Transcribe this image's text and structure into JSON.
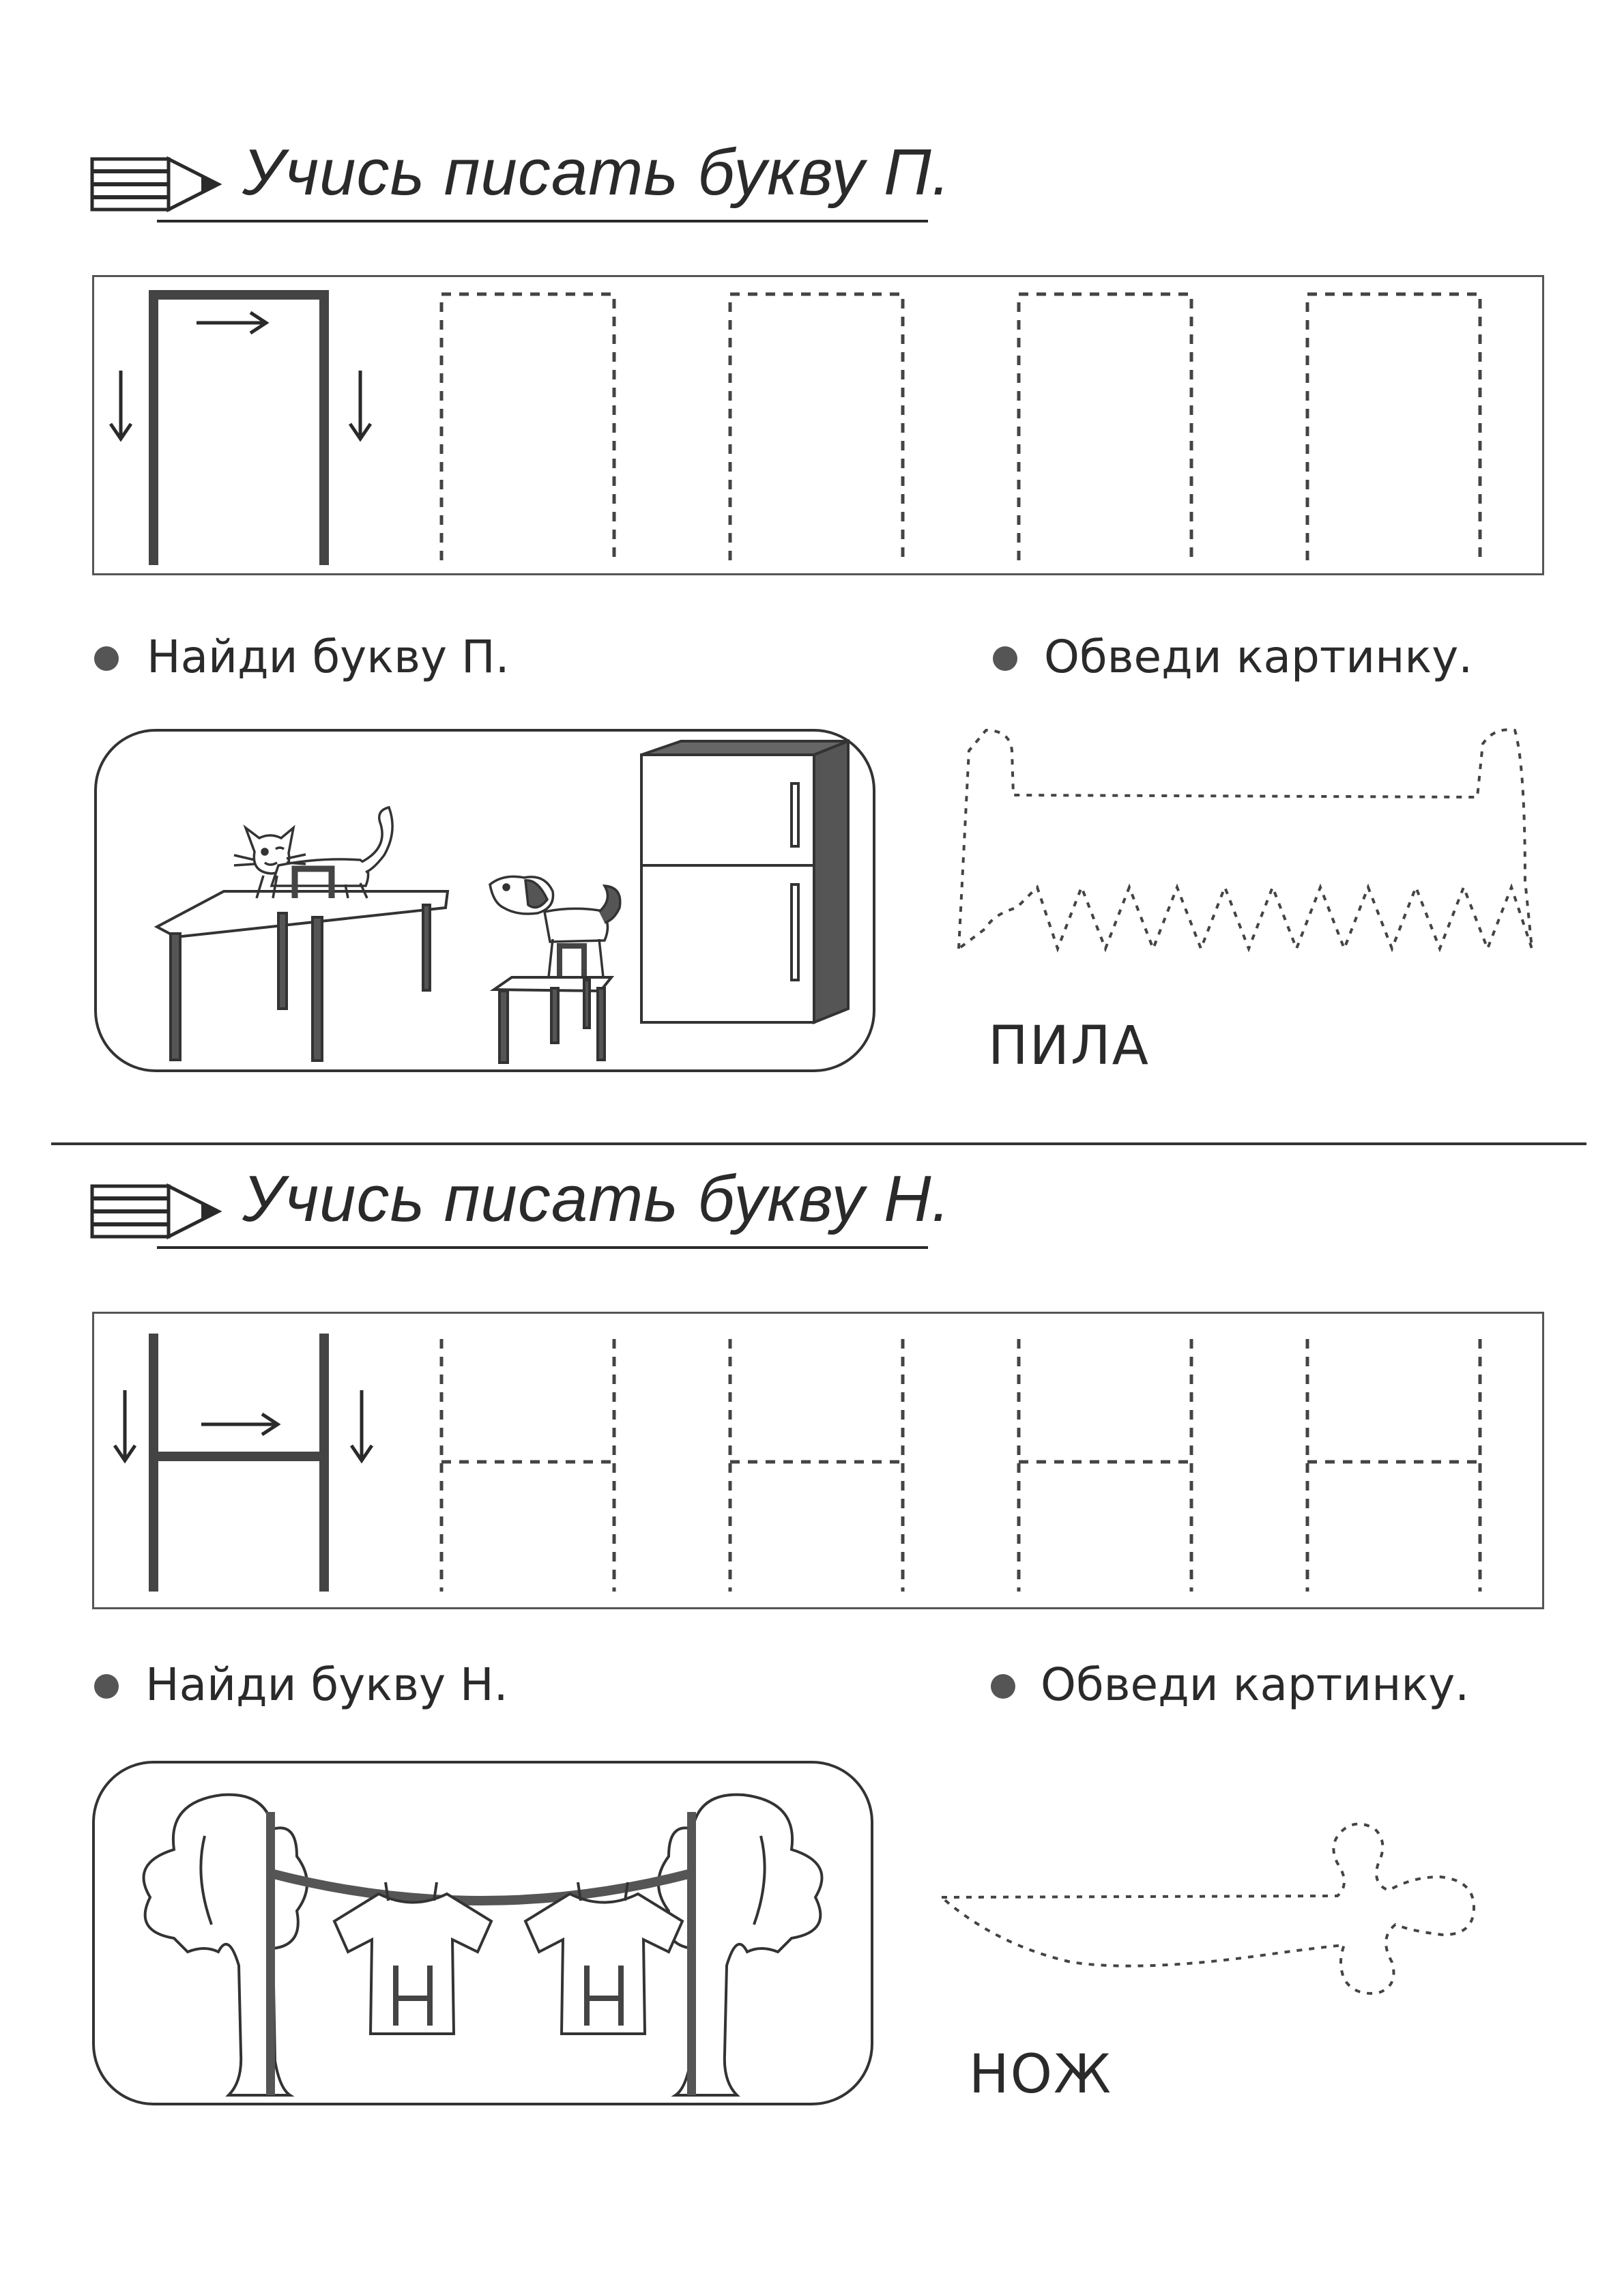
{
  "sections": [
    {
      "letter": "П",
      "heading": "Учись писать букву П.",
      "find_label": "Найди букву П.",
      "trace_label": "Обведи картинку.",
      "word": "ПИЛА"
    },
    {
      "letter": "Н",
      "heading": "Учись писать букву Н.",
      "find_label": "Найди букву Н.",
      "trace_label": "Обведи картинку.",
      "word": "НОЖ"
    }
  ],
  "icons": {
    "heading": "pencil-icon",
    "bullet": "bullet-dot-icon",
    "stroke_direction": "arrow-icon"
  },
  "colors": {
    "ink": "#2a2a2a",
    "stroke": "#444444",
    "fridge": "#666666"
  }
}
